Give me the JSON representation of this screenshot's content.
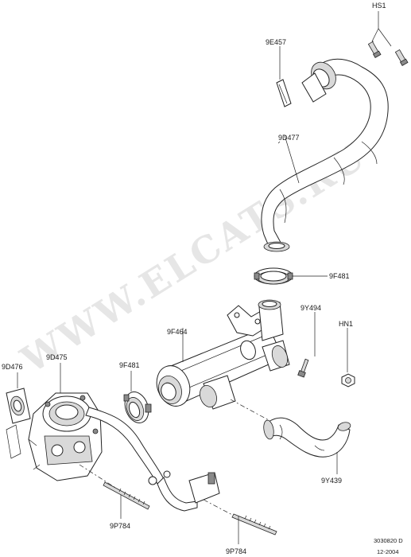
{
  "diagram": {
    "watermark": "WWW.ELCATS.RU",
    "labels": {
      "hs1": "HS1",
      "p9e457": "9E457",
      "p9d477": "9D477",
      "p9f481_top": "9F481",
      "p9y494": "9Y494",
      "pHN1": "HN1",
      "p9f464": "9F464",
      "p9d476": "9D476",
      "p9d475": "9D475",
      "p9f481_left": "9F481",
      "p9y439": "9Y439",
      "p9p784_left": "9P784",
      "p9p784_bottom": "9P784"
    },
    "footer": {
      "code": "3030820 D",
      "date": "12-2004"
    }
  }
}
